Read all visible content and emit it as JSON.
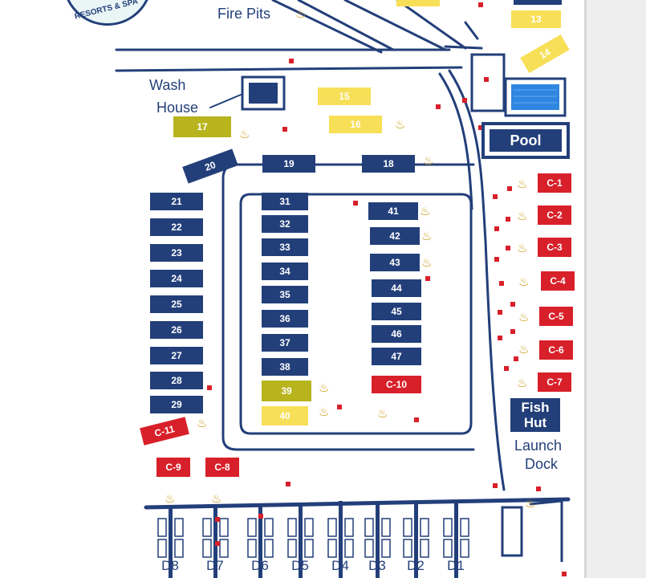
{
  "labels": {
    "fire_pits": "Fire Pits",
    "wash": "Wash",
    "house": "House",
    "pool": "Pool",
    "fish": "Fish",
    "hut": "Hut",
    "launch": "Launch",
    "dock": "Dock",
    "logo_text": "RESORTS & SPA"
  },
  "sites": {
    "s13": "13",
    "s14": "14",
    "s15": "15",
    "s16": "16",
    "s17": "17",
    "s18": "18",
    "s19": "19",
    "s20": "20",
    "s21": "21",
    "s22": "22",
    "s23": "23",
    "s24": "24",
    "s25": "25",
    "s26": "26",
    "s27": "27",
    "s28": "28",
    "s29": "29",
    "s31": "31",
    "s32": "32",
    "s33": "33",
    "s34": "34",
    "s35": "35",
    "s36": "36",
    "s37": "37",
    "s38": "38",
    "s39": "39",
    "s40": "40",
    "s41": "41",
    "s42": "42",
    "s43": "43",
    "s44": "44",
    "s45": "45",
    "s46": "46",
    "s47": "47"
  },
  "cabins": {
    "c1": "C-1",
    "c2": "C-2",
    "c3": "C-3",
    "c4": "C-4",
    "c5": "C-5",
    "c6": "C-6",
    "c7": "C-7",
    "c8": "C-8",
    "c9": "C-9",
    "c10": "C-10",
    "c11": "C-11"
  },
  "docks": [
    "D8",
    "D7",
    "D6",
    "D5",
    "D4",
    "D3",
    "D2",
    "D1"
  ],
  "icons": {
    "fire_pit": "fire-pit-icon",
    "marker": "red-square-marker"
  },
  "colors": {
    "navy": "#233f7a",
    "red": "#d8202a",
    "yellow": "#f7df57",
    "highlight": "#b7b41e",
    "pool_water": "#2f86e0"
  }
}
